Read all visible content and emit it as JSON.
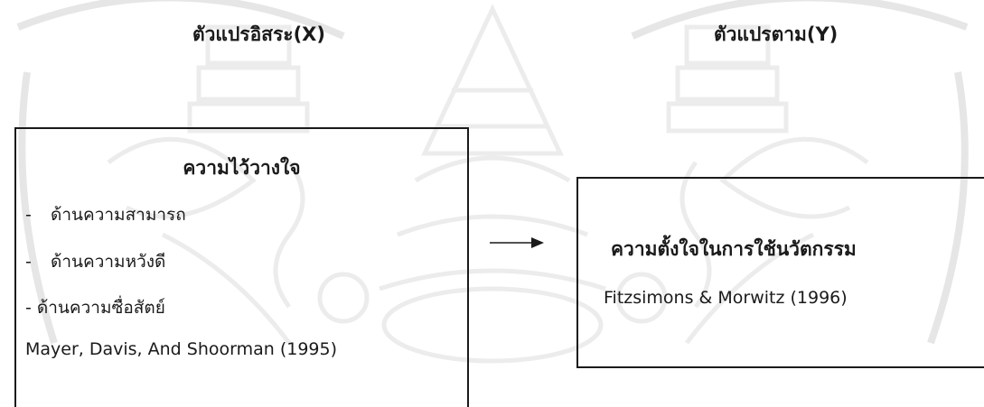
{
  "headings": {
    "independent": "ตัวแปรอิสระ(X)",
    "dependent": "ตัวแปรตาม(Y)"
  },
  "independent_box": {
    "title": "ความไว้วางใจ",
    "items": [
      {
        "dash": "-",
        "label": "ด้านความสามารถ"
      },
      {
        "dash": "-",
        "label": "ด้านความหวังดี"
      },
      {
        "dash": "-",
        "label": "ด้านความซื่อสัตย์"
      }
    ],
    "citation": "Mayer, Davis, And Shoorman (1995)"
  },
  "dependent_box": {
    "title": "ความตั้งใจในการใช้นวัตกรรม",
    "citation": "Fitzsimons & Morwitz (1996)"
  },
  "colors": {
    "text": "#1a1a1a",
    "border": "#1a1a1a",
    "watermark": "#e9e9e9"
  },
  "icons": {
    "watermark": "university-seal-watermark",
    "connector": "right-arrow-icon"
  }
}
